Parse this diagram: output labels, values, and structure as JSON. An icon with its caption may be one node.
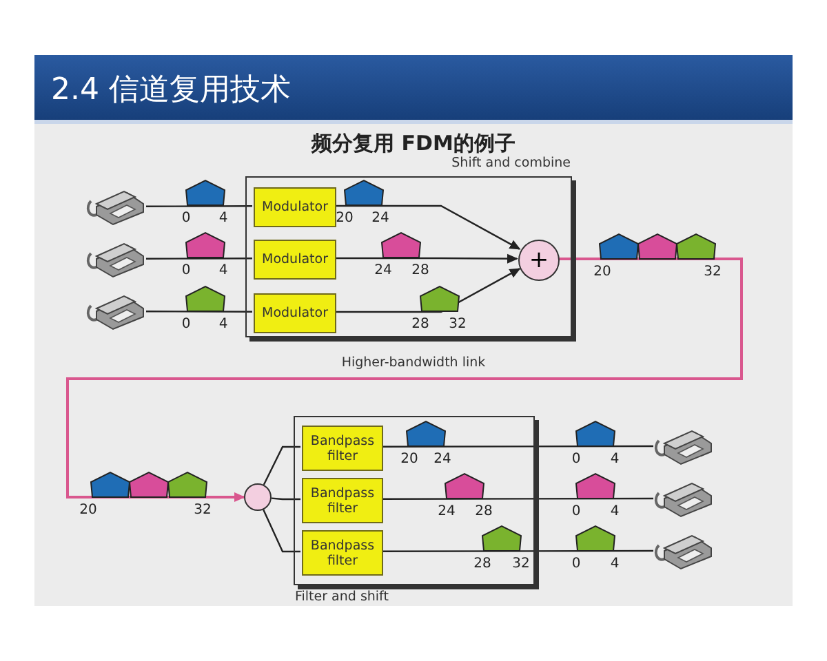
{
  "diagram": {
    "title": "2.4 信道复用技术",
    "nodes": [
      {
        "text": [],
        "shape": "telephone"
      },
      {
        "text": [],
        "shape": "telephone"
      },
      {
        "text": [],
        "shape": "telephone"
      },
      {
        "text": [
          "Shift and combine"
        ]
      },
      {
        "text": [
          "Modulator"
        ],
        "in": 3
      },
      {
        "text": [
          "Modulator"
        ],
        "in": 3
      },
      {
        "text": [
          "Modulator"
        ],
        "in": 3
      },
      {
        "text": [
          "+"
        ],
        "in": 3
      },
      {
        "text": [],
        "shape": "circle"
      },
      {
        "text": [
          "Filter and shift"
        ]
      },
      {
        "text": [
          "Bandpass filter"
        ],
        "in": 9
      },
      {
        "text": [
          "Bandpass filter"
        ],
        "in": 9
      },
      {
        "text": [
          "Bandpass filter"
        ],
        "in": 9
      },
      {
        "text": [],
        "shape": "telephone"
      },
      {
        "text": [],
        "shape": "telephone"
      },
      {
        "text": [],
        "shape": "telephone"
      }
    ],
    "edges": [
      {
        "from": 0,
        "to": 4,
        "arrow": "none"
      },
      {
        "from": 1,
        "to": 5,
        "arrow": "none"
      },
      {
        "from": 2,
        "to": 6,
        "arrow": "none"
      },
      {
        "from": 4,
        "to": 7,
        "arrow": "to"
      },
      {
        "from": 5,
        "to": 7,
        "arrow": "to"
      },
      {
        "from": 6,
        "to": 7,
        "arrow": "to"
      },
      {
        "from": 7,
        "to": 8,
        "arrow": "to",
        "label": "Higher-bandwidth link",
        "color": "#d9578e"
      },
      {
        "from": 8,
        "to": 10,
        "arrow": "none"
      },
      {
        "from": 8,
        "to": 11,
        "arrow": "none"
      },
      {
        "from": 8,
        "to": 12,
        "arrow": "none"
      },
      {
        "from": 10,
        "to": 13,
        "arrow": "none"
      },
      {
        "from": 11,
        "to": 14,
        "arrow": "none"
      },
      {
        "from": 12,
        "to": 15,
        "arrow": "none"
      }
    ],
    "labels": [
      "频分复用 FDM的例子",
      "0",
      "4",
      "20",
      "24",
      "0",
      "4",
      "24",
      "28",
      "20",
      "32",
      "0",
      "4",
      "28",
      "32",
      "20",
      "24",
      "0",
      "4",
      "20",
      "32",
      "24",
      "28",
      "0",
      "4",
      "28",
      "32",
      "0",
      "4"
    ]
  }
}
